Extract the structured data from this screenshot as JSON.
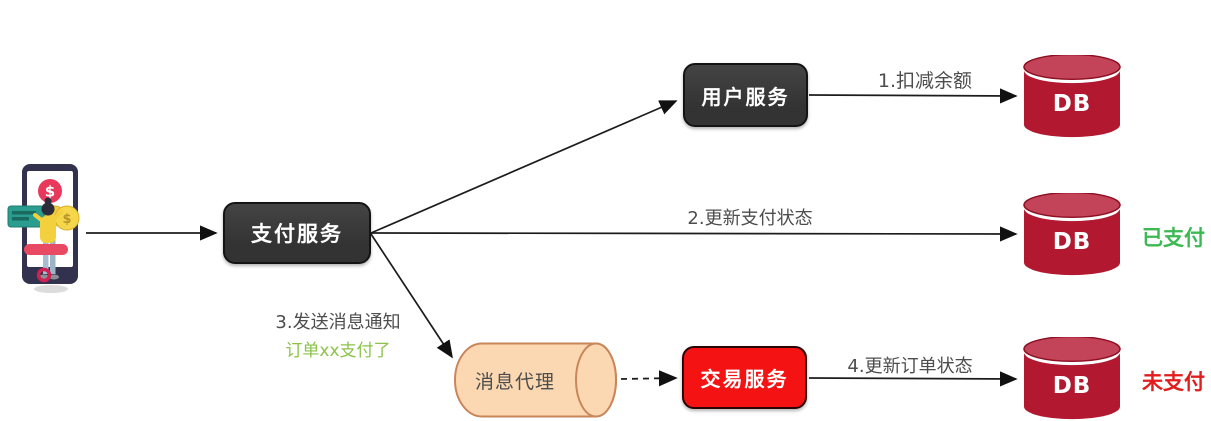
{
  "illustration": {
    "dollar": "$"
  },
  "nodes": {
    "payment_service": {
      "label": "支付服务"
    },
    "user_service": {
      "label": "用户服务"
    },
    "message_broker": {
      "label": "消息代理"
    },
    "trade_service": {
      "label": "交易服务"
    },
    "db_user": {
      "label": "DB"
    },
    "db_payment": {
      "label": "DB",
      "status": "已支付"
    },
    "db_order": {
      "label": "DB",
      "status": "未支付"
    }
  },
  "edges": {
    "step1": {
      "label": "1.扣减余额"
    },
    "step2": {
      "label": "2.更新支付状态"
    },
    "step3": {
      "label": "3.发送消息通知",
      "sublabel": "订单xx支付了"
    },
    "step4": {
      "label": "4.更新订单状态"
    }
  },
  "colors": {
    "node_dark": "#333333",
    "node_red": "#f51212",
    "db_body": "#b2182f",
    "db_top": "#c34358",
    "db_rim": "#8e0e22",
    "broker_fill": "#fbd8b2",
    "broker_border": "#c8865a",
    "status_paid_green": "#3cb952",
    "status_unpaid_red": "#e11d1d",
    "sublabel_green": "#8bc34a",
    "label_gray": "#4d4d4d",
    "line_color": "#1c1c1c"
  }
}
